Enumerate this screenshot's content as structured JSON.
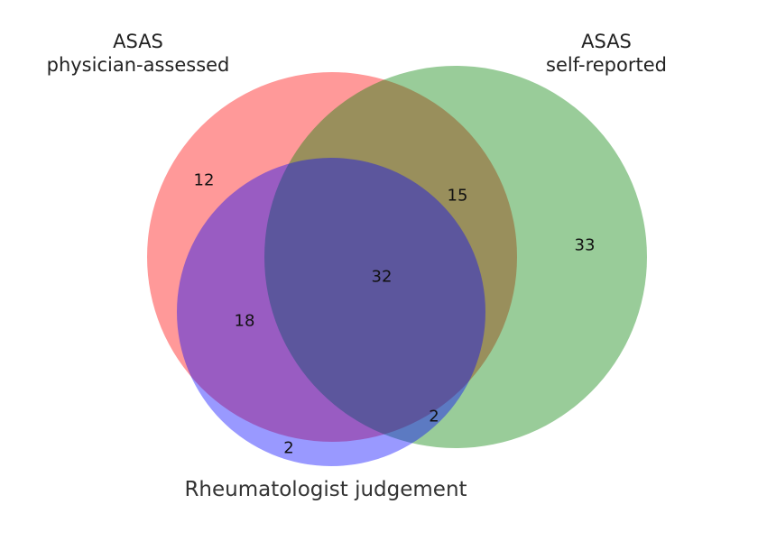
{
  "chart_data": {
    "type": "venn3",
    "title": "",
    "sets": [
      {
        "id": "A",
        "name_lines": [
          "ASAS",
          "physician-assessed"
        ],
        "color": "#ff0000",
        "opacity": 0.4
      },
      {
        "id": "B",
        "name_lines": [
          "ASAS",
          "self-reported"
        ],
        "color": "#008000",
        "opacity": 0.4
      },
      {
        "id": "C",
        "name_lines": [
          "Rheumatologist judgement"
        ],
        "color": "#0000ff",
        "opacity": 0.4
      }
    ],
    "regions": [
      {
        "id": "A_only",
        "sets": [
          "A"
        ],
        "value": 12
      },
      {
        "id": "B_only",
        "sets": [
          "B"
        ],
        "value": 33
      },
      {
        "id": "C_only",
        "sets": [
          "C"
        ],
        "value": 2
      },
      {
        "id": "AB",
        "sets": [
          "A",
          "B"
        ],
        "value": 15
      },
      {
        "id": "AC",
        "sets": [
          "A",
          "C"
        ],
        "value": 18
      },
      {
        "id": "BC",
        "sets": [
          "B",
          "C"
        ],
        "value": 2
      },
      {
        "id": "ABC",
        "sets": [
          "A",
          "B",
          "C"
        ],
        "value": 32
      }
    ]
  }
}
